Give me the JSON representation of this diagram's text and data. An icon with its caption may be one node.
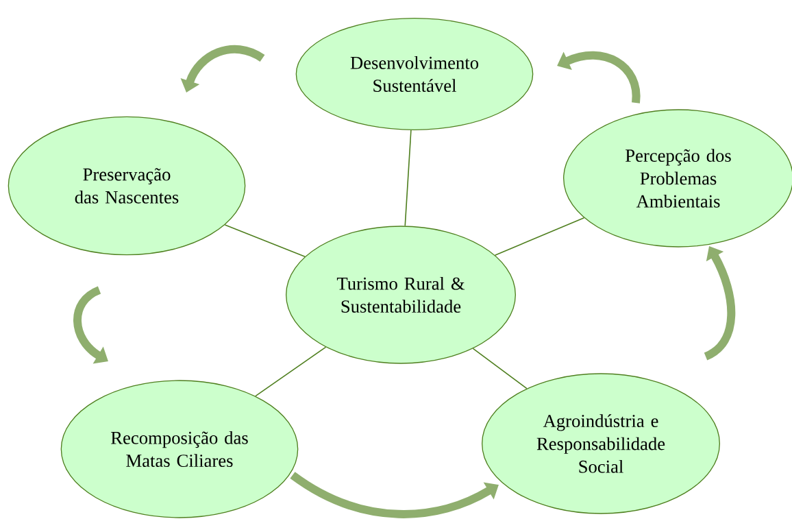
{
  "diagram": {
    "nodes": [
      {
        "text": [
          "Desenvolvimento Sustentável"
        ]
      },
      {
        "text": [
          "Preservação das Nascentes"
        ]
      },
      {
        "text": [
          "Percepção dos Problemas Ambientais"
        ]
      },
      {
        "text": [
          "Turismo Rural & Sustentabilidade"
        ]
      },
      {
        "text": [
          "Recomposição das Matas Ciliares"
        ]
      },
      {
        "text": [
          "Agroindústria e Responsabilidade Social"
        ]
      }
    ],
    "edges": [
      {
        "from": 3,
        "to": 0,
        "arrow": "none"
      },
      {
        "from": 3,
        "to": 1,
        "arrow": "none"
      },
      {
        "from": 3,
        "to": 2,
        "arrow": "none"
      },
      {
        "from": 3,
        "to": 4,
        "arrow": "none"
      },
      {
        "from": 3,
        "to": 5,
        "arrow": "none"
      },
      {
        "from": 0,
        "to": 1,
        "arrow": "to",
        "style": "thick",
        "color": "#8fae6e"
      },
      {
        "from": 1,
        "to": 4,
        "arrow": "to",
        "style": "thick",
        "color": "#8fae6e"
      },
      {
        "from": 4,
        "to": 5,
        "arrow": "to",
        "style": "thick",
        "color": "#8fae6e"
      },
      {
        "from": 5,
        "to": 2,
        "arrow": "to",
        "style": "thick",
        "color": "#8fae6e"
      },
      {
        "from": 2,
        "to": 0,
        "arrow": "to",
        "style": "thick",
        "color": "#8fae6e"
      }
    ]
  }
}
